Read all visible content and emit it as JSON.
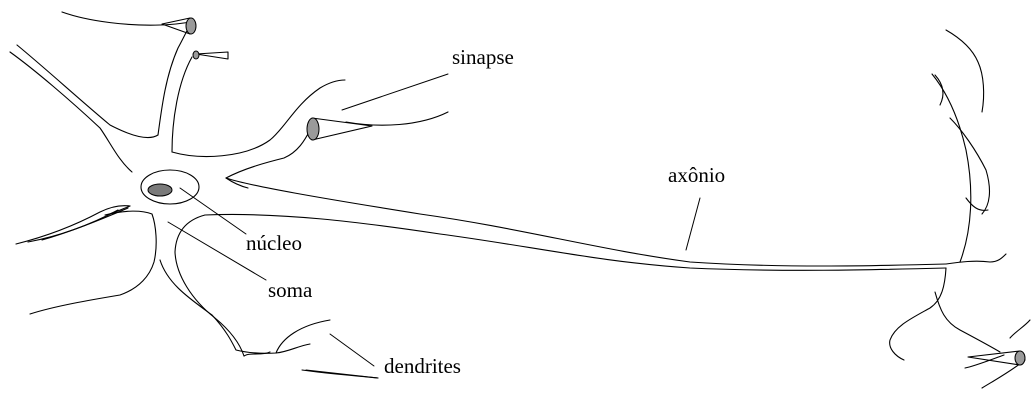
{
  "diagram": {
    "labels": {
      "sinapse": "sinapse",
      "axonio": "axônio",
      "nucleo": "núcleo",
      "soma": "soma",
      "dendrites": "dendrites"
    },
    "colors": {
      "line": "#000000",
      "terminal_fill": "#9a9a9a",
      "nucleolus_fill": "#7a7a7a",
      "background": "#ffffff"
    }
  }
}
